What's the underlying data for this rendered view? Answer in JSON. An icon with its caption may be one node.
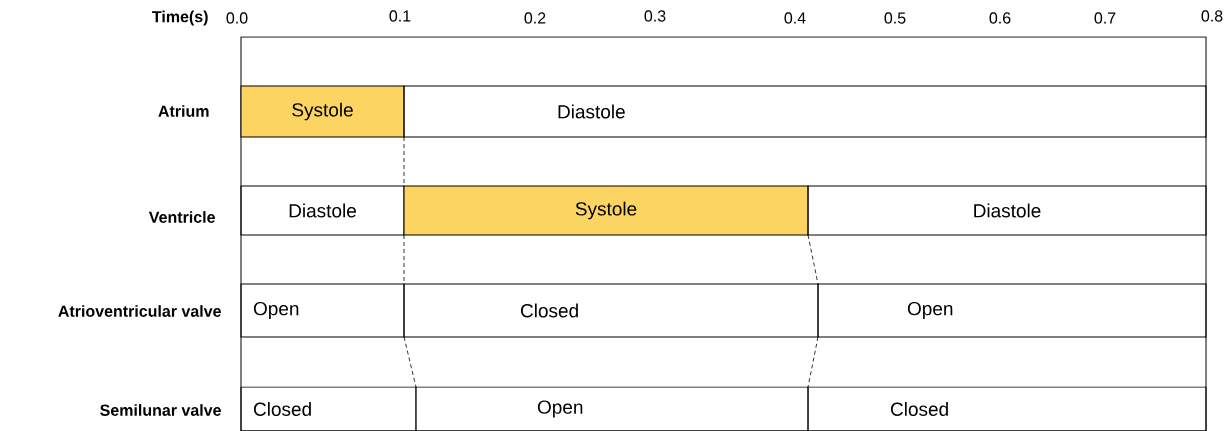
{
  "diagram": {
    "nodes": [
      {
        "text": [
          "Systole"
        ]
      },
      {
        "text": [
          "Diastole"
        ]
      },
      {
        "text": [
          "Diastole"
        ]
      },
      {
        "text": [
          "Systole"
        ]
      },
      {
        "text": [
          "Diastole"
        ]
      },
      {
        "text": [
          "Open"
        ]
      },
      {
        "text": [
          "Closed"
        ]
      },
      {
        "text": [
          "Open"
        ]
      },
      {
        "text": [
          "Closed"
        ]
      },
      {
        "text": [
          "Open"
        ]
      },
      {
        "text": [
          "Closed"
        ]
      }
    ],
    "edges": [
      {
        "from": 0,
        "to": 3,
        "arrow": "none",
        "style": "dashed"
      },
      {
        "from": 3,
        "to": 6,
        "arrow": "none",
        "style": "dashed"
      },
      {
        "from": 3,
        "to": 7,
        "arrow": "none",
        "style": "dashed"
      },
      {
        "from": 6,
        "to": 9,
        "arrow": "none",
        "style": "dashed"
      },
      {
        "from": 7,
        "to": 10,
        "arrow": "none",
        "style": "dashed"
      }
    ],
    "labels": [
      "Time(s)",
      "0.0",
      "0.1",
      "0.2",
      "0.3",
      "0.4",
      "0.5",
      "0.6",
      "0.7",
      "0.8",
      "Atrium",
      "Ventricle",
      "Atrioventricular valve",
      "Semilunar valve"
    ]
  }
}
